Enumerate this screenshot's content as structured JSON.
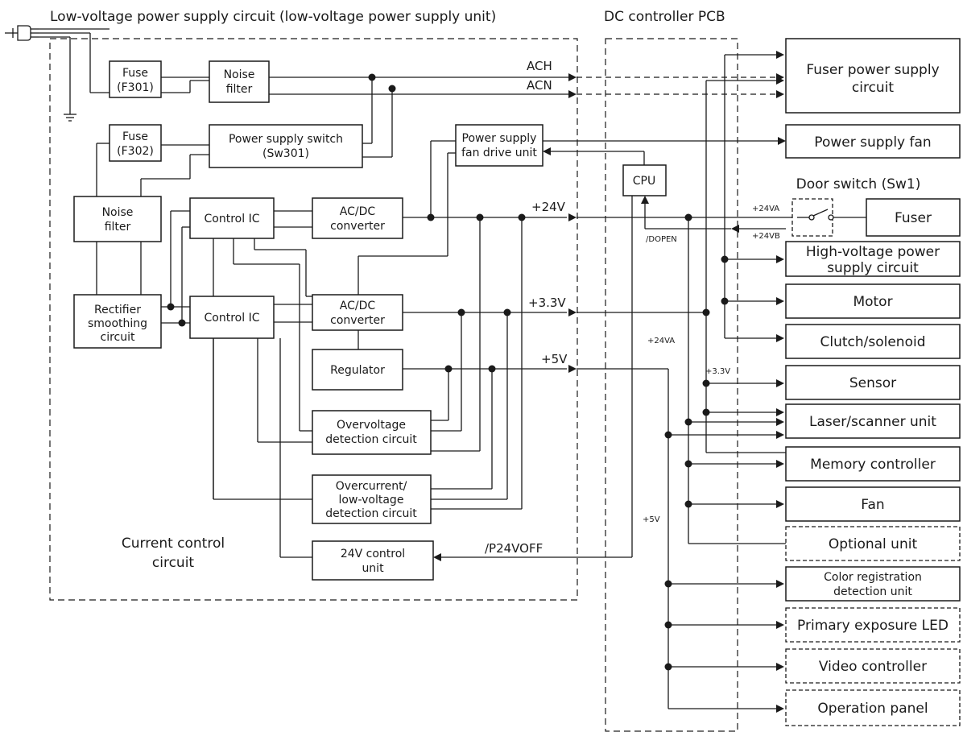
{
  "regions": {
    "lv_title": "Low-voltage power supply circuit (low-voltage power supply unit)",
    "dc_title": "DC controller PCB",
    "current_control": [
      "Current control",
      "circuit"
    ]
  },
  "blocks": {
    "fuse_f301": [
      "Fuse",
      "(F301)"
    ],
    "noise_filter_1": [
      "Noise",
      "filter"
    ],
    "fuse_f302": [
      "Fuse",
      "(F302)"
    ],
    "power_switch": [
      "Power supply switch",
      "(Sw301)"
    ],
    "fan_drive": [
      "Power supply",
      "fan drive unit"
    ],
    "noise_filter_2": [
      "Noise",
      "filter"
    ],
    "control_ic_1": "Control IC",
    "acdc_1": [
      "AC/DC",
      "converter"
    ],
    "rectifier": [
      "Rectifier",
      "smoothing",
      "circuit"
    ],
    "control_ic_2": "Control IC",
    "acdc_2": [
      "AC/DC",
      "converter"
    ],
    "regulator": "Regulator",
    "overvoltage": [
      "Overvoltage",
      "detection circuit"
    ],
    "overcurrent": [
      "Overcurrent/",
      "low-voltage",
      "detection circuit"
    ],
    "ctrl_24v": [
      "24V control",
      "unit"
    ],
    "cpu": "CPU"
  },
  "nets": {
    "ach": "ACH",
    "acn": "ACN",
    "v24": "+24V",
    "v33": "+3.3V",
    "v5": "+5V",
    "p24voff": "/P24VOFF",
    "dopen": "/DOPEN",
    "v24va": "+24VA",
    "v24vb": "+24VB",
    "v24va_mid": "+24VA",
    "v33_small": "+3.3V",
    "v5_small": "+5V"
  },
  "door_switch": "Door switch (Sw1)",
  "loads": {
    "fuser_psu": [
      "Fuser power supply",
      "circuit"
    ],
    "psu_fan": "Power supply fan",
    "fuser": "Fuser",
    "hv_psu": [
      "High-voltage power",
      "supply circuit"
    ],
    "motor": "Motor",
    "clutch": "Clutch/solenoid",
    "sensor": "Sensor",
    "laser": "Laser/scanner unit",
    "memory": "Memory controller",
    "fan": "Fan",
    "optional": "Optional unit",
    "color_reg": [
      "Color registration",
      "detection unit"
    ],
    "primary_led": "Primary exposure LED",
    "video": "Video controller",
    "op_panel": "Operation panel"
  },
  "colors": {
    "ink": "#1a1a1a",
    "background": "#ffffff"
  }
}
